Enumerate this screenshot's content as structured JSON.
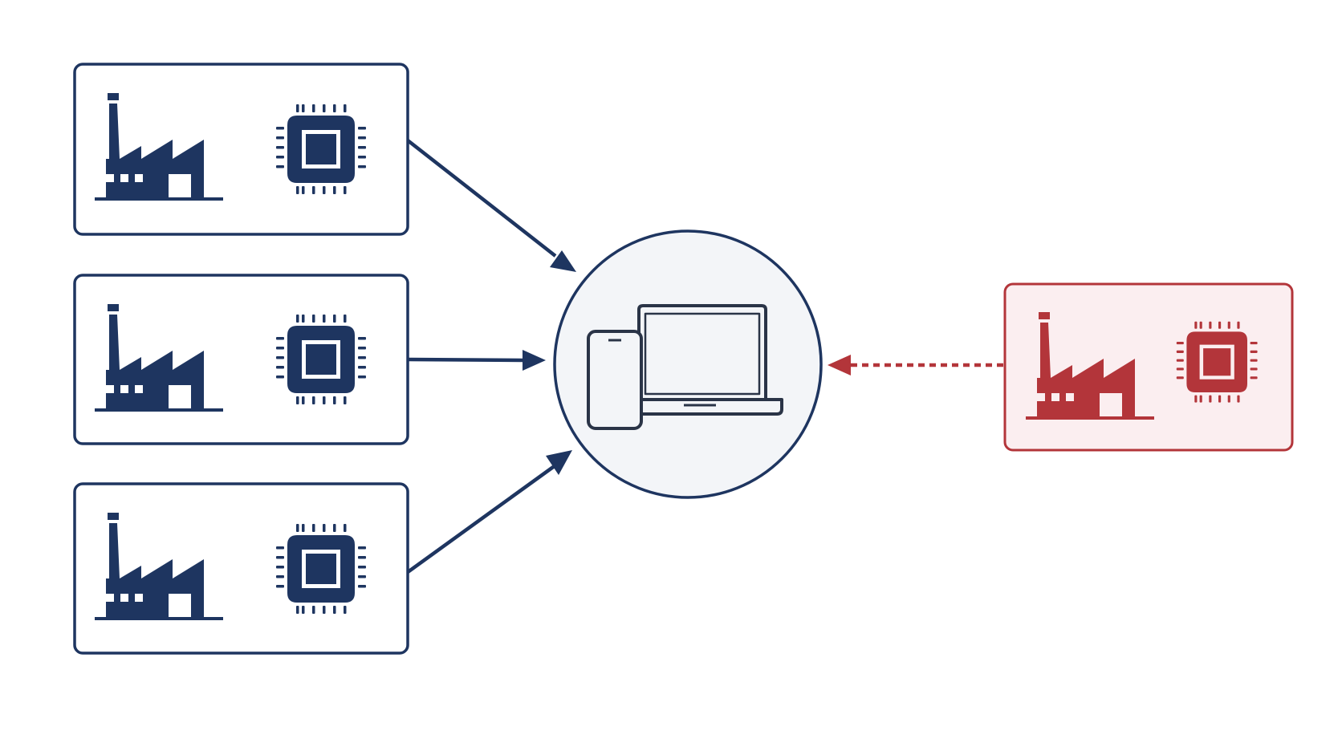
{
  "colors": {
    "navy": "#1e3560",
    "red": "#b3353a",
    "red_fill": "#fbeef0",
    "hub_fill": "#f3f5f8",
    "device_stroke": "#2a3447",
    "background": "#ffffff"
  },
  "suppliers": [
    {
      "icons": [
        "factory-icon",
        "chip-icon"
      ],
      "connector": "solid-arrow",
      "status": "connected"
    },
    {
      "icons": [
        "factory-icon",
        "chip-icon"
      ],
      "connector": "solid-arrow",
      "status": "connected"
    },
    {
      "icons": [
        "factory-icon",
        "chip-icon"
      ],
      "connector": "solid-arrow",
      "status": "connected"
    }
  ],
  "external_supplier": {
    "icons": [
      "factory-icon",
      "chip-icon"
    ],
    "connector": "dashed-arrow",
    "status": "pending"
  },
  "hub": {
    "icons": [
      "smartphone-icon",
      "laptop-icon"
    ]
  }
}
